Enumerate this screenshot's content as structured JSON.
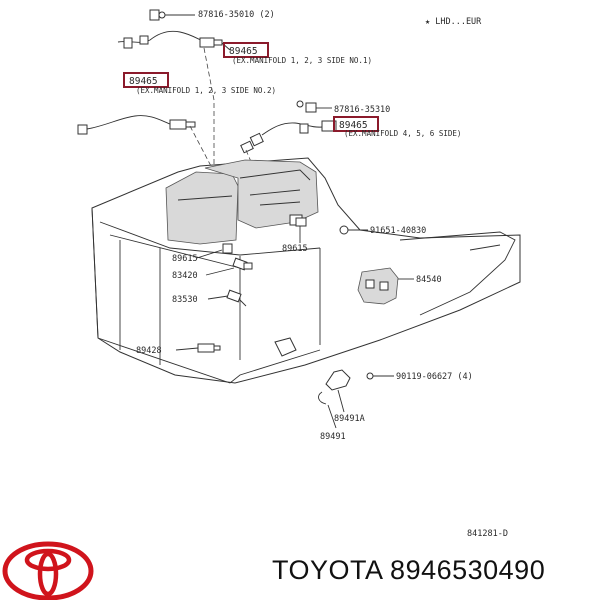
{
  "diagram": {
    "header_note": "★ LHD...EUR",
    "figure_code": "841281-D",
    "callouts": {
      "c87816_35010": "87816-35010 (2)",
      "c89465_top": "89465",
      "note_no1": "(EX.MANIFOLD 1, 2, 3 SIDE NO.1)",
      "c89465_left": "89465",
      "note_no2": "(EX.MANIFOLD 1, 2, 3 SIDE NO.2)",
      "c87816_35310": "87816-35310",
      "c89465_right": "89465",
      "note_right": "(EX.MANIFOLD 4, 5, 6 SIDE)",
      "c91651": "91651-40830",
      "c89615_mid": "89615",
      "c89615_left": "89615",
      "c83420": "83420",
      "c84540": "84540",
      "c83530": "83530",
      "c89428": "89428",
      "c90119": "90119-06627 (4)",
      "c89491A": "89491A",
      "c89491": "89491"
    }
  },
  "footer": {
    "brand": "TOYOTA",
    "part_number": "8946530490",
    "logo_color": "#d0141c"
  },
  "colors": {
    "highlight": "#8b1a2b",
    "line": "#333333"
  }
}
